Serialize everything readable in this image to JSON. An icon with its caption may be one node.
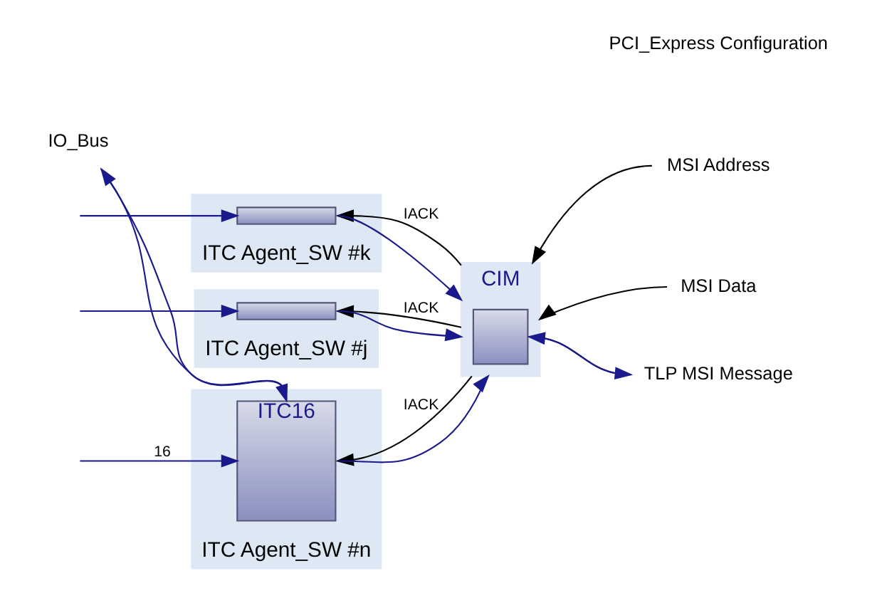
{
  "diagram": {
    "nodes": [
      {
        "text": [
          "IO_Bus"
        ]
      },
      {
        "text": [
          "ITC Agent_SW #n"
        ]
      },
      {
        "text": [
          "ITC16"
        ],
        "in": 1
      },
      {
        "text": [
          "ITC Agent_SW #k"
        ]
      },
      {
        "text": [],
        "shape": "bar",
        "in": 3
      },
      {
        "text": [
          "ITC Agent_SW #j"
        ]
      },
      {
        "text": [],
        "shape": "bar",
        "in": 5
      },
      {
        "text": [
          "CIM"
        ]
      },
      {
        "text": [],
        "shape": "box",
        "in": 7
      },
      {
        "text": [
          "MSI Address"
        ]
      },
      {
        "text": [
          "MSI Data"
        ]
      },
      {
        "text": [
          "TLP MSI Message"
        ]
      }
    ],
    "edges": [
      {
        "from": 2,
        "to": 0,
        "arrow": "to"
      },
      {
        "from": 0,
        "to": 2,
        "arrow": "to"
      },
      {
        "from": null,
        "to": 2,
        "arrow": "to",
        "label": "16"
      },
      {
        "from": 7,
        "to": 2,
        "arrow": "to",
        "label": "IACK",
        "color": "#000000"
      },
      {
        "from": 2,
        "to": 7,
        "arrow": "to"
      },
      {
        "from": null,
        "to": 4,
        "arrow": "to"
      },
      {
        "from": 7,
        "to": 4,
        "arrow": "to",
        "label": "IACK",
        "color": "#000000"
      },
      {
        "from": 4,
        "to": 7,
        "arrow": "to"
      },
      {
        "from": null,
        "to": 6,
        "arrow": "to"
      },
      {
        "from": 7,
        "to": 6,
        "arrow": "to",
        "label": "IACK",
        "color": "#000000"
      },
      {
        "from": 6,
        "to": 7,
        "arrow": "to"
      },
      {
        "from": 9,
        "to": 7,
        "arrow": "to",
        "color": "#000000"
      },
      {
        "from": 10,
        "to": 7,
        "arrow": "to",
        "color": "#000000"
      },
      {
        "from": 8,
        "to": 11,
        "arrow": "to"
      },
      {
        "from": 11,
        "to": 8,
        "arrow": "to"
      }
    ],
    "labels": [
      "PCI_Express Configuration"
    ]
  }
}
